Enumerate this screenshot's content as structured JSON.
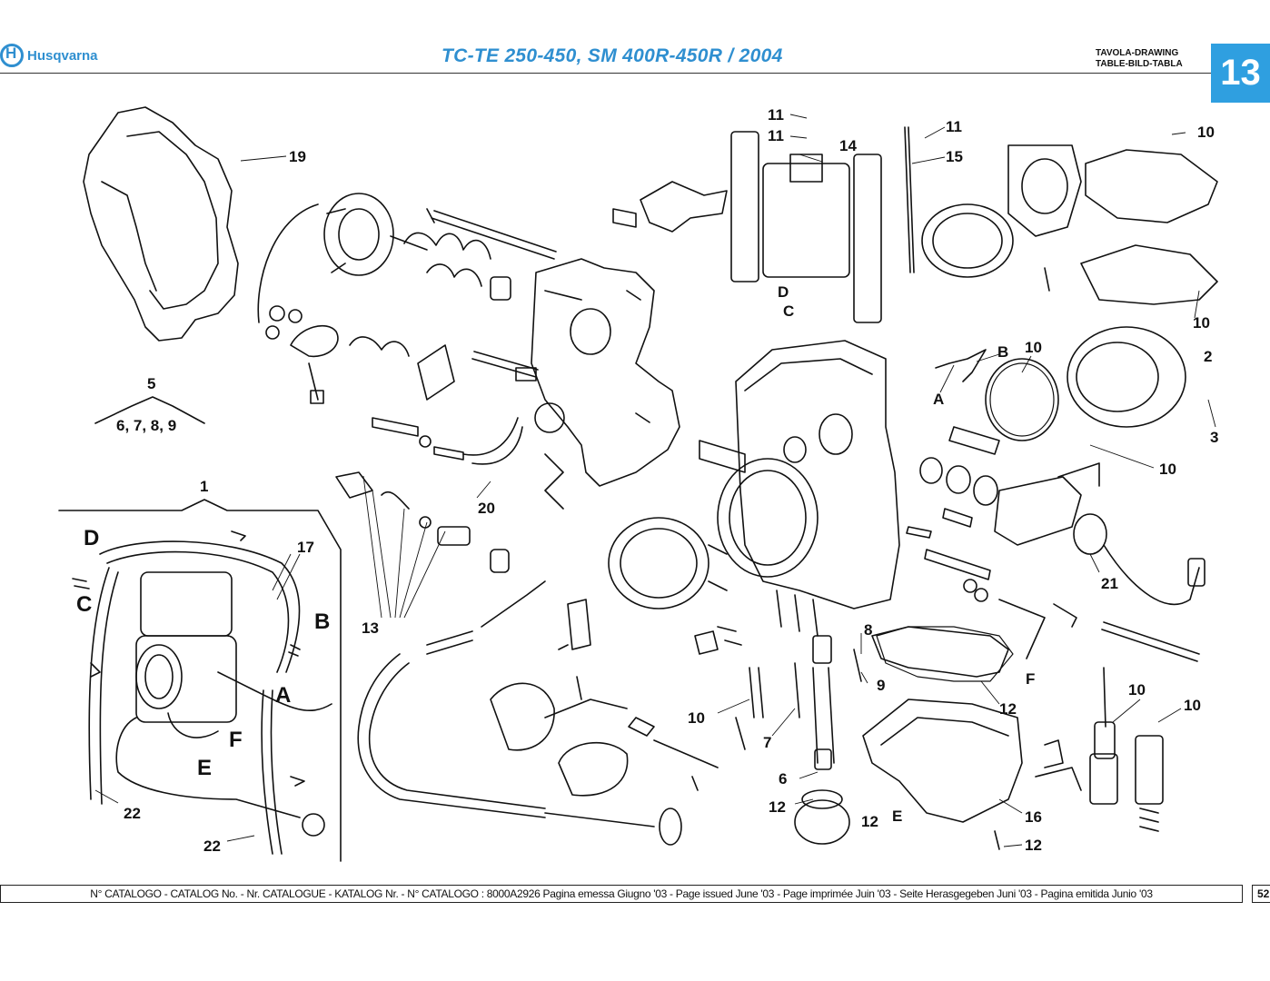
{
  "header": {
    "brand": "Husqvarna",
    "title": "TC-TE 250-450, SM 400R-450R / 2004",
    "drawing_label_line1": "TAVOLA-DRAWING",
    "drawing_label_line2": "TABLE-BILD-TABLA",
    "table_number": "13"
  },
  "callouts": {
    "c19": "19",
    "c5": "5",
    "c5_sub": "6, 7, 8, 9",
    "c1": "1",
    "cD_left": "D",
    "cC_left": "C",
    "c17": "17",
    "cB_left": "B",
    "cA_left": "A",
    "cF_left": "F",
    "cE_left": "E",
    "c22a": "22",
    "c22b": "22",
    "c20": "20",
    "c13": "13",
    "c11a": "11",
    "c11b": "11",
    "c14": "14",
    "c11c": "11",
    "c15": "15",
    "c10a": "10",
    "cD_mid": "D",
    "cC_mid": "C",
    "cB_right": "B",
    "c10b": "10",
    "c10c": "10",
    "c2": "2",
    "cA_right": "A",
    "c3": "3",
    "c10d": "10",
    "c21": "21",
    "c8": "8",
    "c9": "9",
    "c12a": "12",
    "cF_right": "F",
    "c10e": "10",
    "c7": "7",
    "c6": "6",
    "c12b": "12",
    "c12c": "12",
    "cE_mid": "E",
    "c16": "16",
    "c12d": "12",
    "c10f": "10",
    "c10g": "10"
  },
  "footer": {
    "catalog_text": "N° CATALOGO - CATALOG No. - Nr. CATALOGUE - KATALOG Nr. - N° CATALOGO : 8000A2926  Pagina emessa Giugno '03 - Page issued June '03 - Page imprimée Juin '03 - Seite Herasgegeben Juni '03 - Pagina emitida Junio '03",
    "page_number": "52"
  },
  "colors": {
    "accent": "#2f9fe0",
    "title": "#2f8fd0"
  }
}
